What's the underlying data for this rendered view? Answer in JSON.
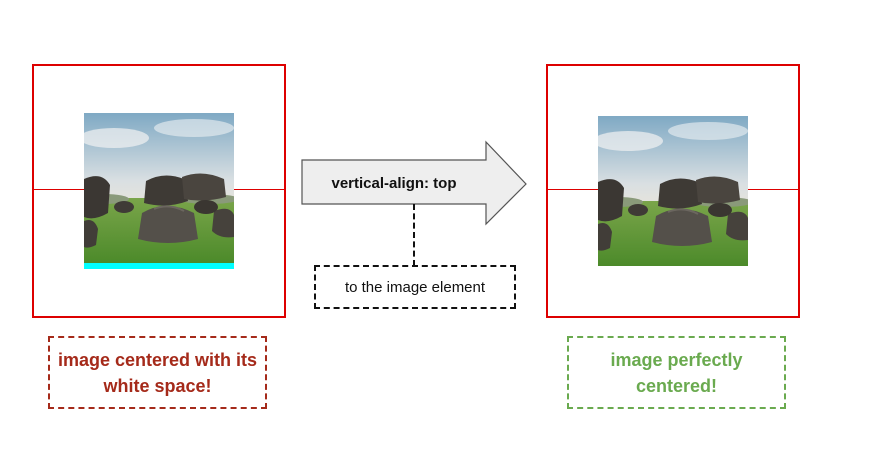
{
  "colors": {
    "box_border": "#dd0000",
    "white_space_highlight": "#00ffff",
    "bad_caption": "#a52a1a",
    "good_caption": "#6aaa4f"
  },
  "arrow": {
    "label": "vertical-align: top"
  },
  "note": {
    "text": "to the image element"
  },
  "captions": {
    "left": "image centered with its white space!",
    "right": "image perfectly centered!"
  },
  "icons": {
    "photo": "landscape-rocks-photo",
    "arrow": "right-arrow-shape"
  }
}
